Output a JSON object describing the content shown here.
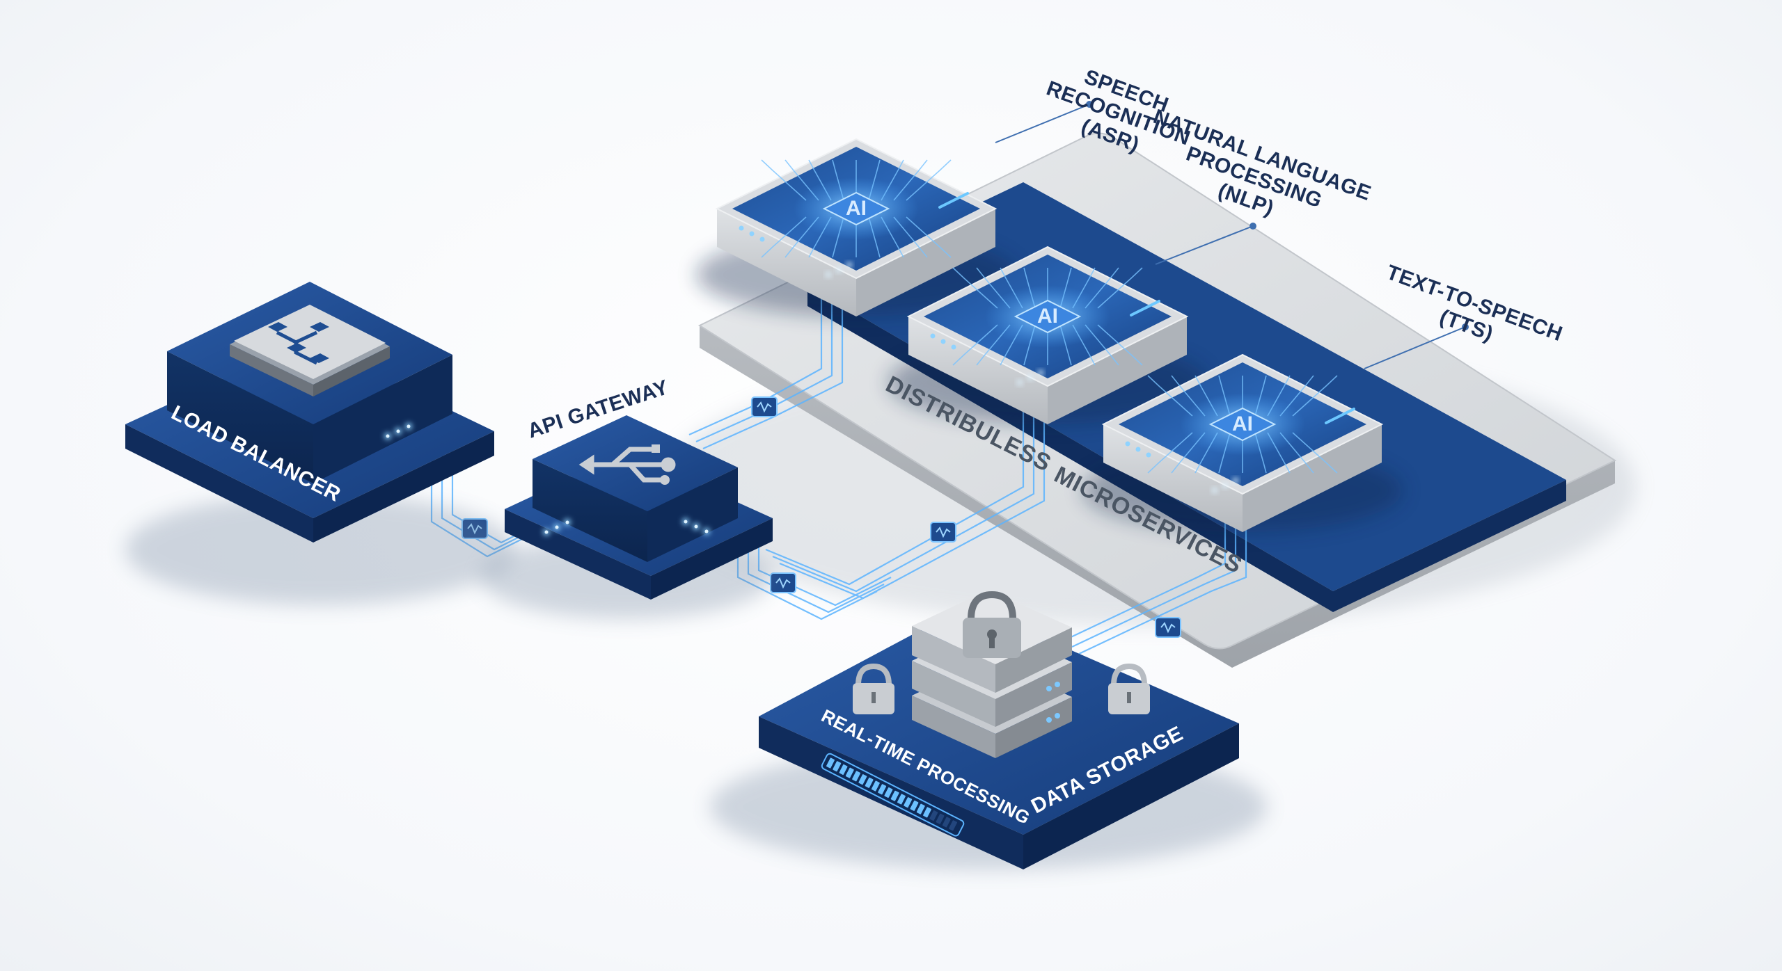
{
  "nodes": {
    "load_balancer": {
      "label": "LOAD BALANCER",
      "icon": "network-hierarchy-icon"
    },
    "api_gateway": {
      "label": "API GATEWAY",
      "icon": "usb-hub-icon"
    },
    "data_storage": {
      "label": "DATA STORAGE",
      "icon": "padlock-icon"
    },
    "real_time_processing": {
      "label": "REAL-TIME PROCESSING",
      "progress_fraction": 0.8
    }
  },
  "cluster": {
    "label_line1": "DISTRIBULESS",
    "label_line2": "MICROSERVICES",
    "services": [
      {
        "label_lines": [
          "SPEECH",
          "RECOGNITION",
          "(ASR)"
        ],
        "chip": "AI"
      },
      {
        "label_lines": [
          "NATURAL LANGUAGE",
          "PROCESSING",
          "(NLP)"
        ],
        "chip": "AI"
      },
      {
        "label_lines": [
          "TEXT-TO-SPEECH",
          "(TTS)"
        ],
        "chip": "AI"
      }
    ]
  },
  "colors": {
    "navy": "#173f7d",
    "navy_dark": "#0f2d5e",
    "navy_light": "#2b5aa3",
    "platform_gray": "#d9dcdf",
    "server_gray": "#c9ccd0",
    "glow_blue": "#4aa8ff",
    "label_text": "#1b2f56"
  }
}
